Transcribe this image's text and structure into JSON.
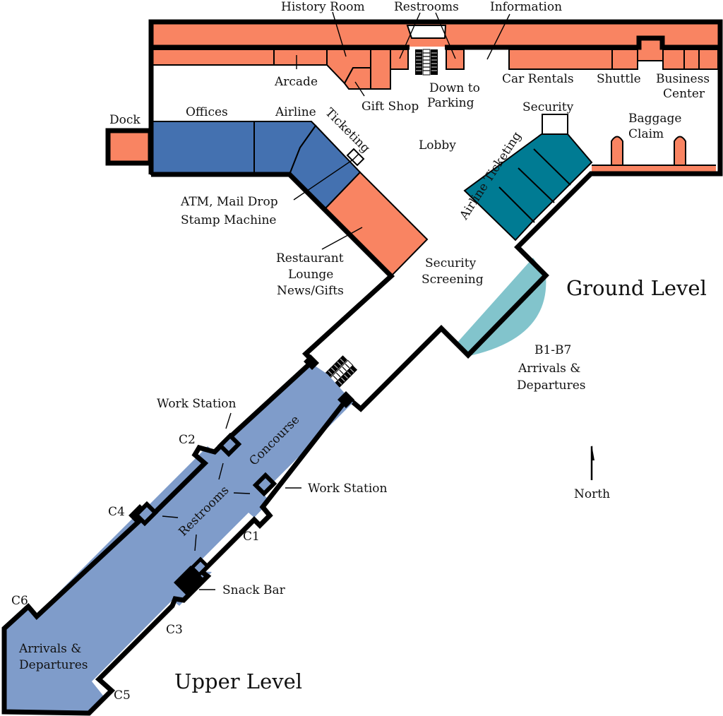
{
  "map": {
    "colors": {
      "shop": "#f98462",
      "airline_blue": "#4471b0",
      "concourse": "#7f9cca",
      "teal": "#007b93",
      "light_teal": "#82c4cc",
      "wall": "#000000"
    },
    "level_titles": {
      "ground": "Ground Level",
      "upper": "Upper Level"
    },
    "ground_labels": {
      "history_room": "History Room",
      "restrooms": "Restrooms",
      "information": "Information",
      "arcade": "Arcade",
      "gift_shop": "Gift Shop",
      "down_to_1": "Down to",
      "down_to_2": "Parking",
      "car_rentals": "Car Rentals",
      "shuttle": "Shuttle",
      "business_1": "Business",
      "business_2": "Center",
      "dock": "Dock",
      "offices": "Offices",
      "airline": "Airline",
      "ticketing": "Ticketing",
      "lobby": "Lobby",
      "security": "Security",
      "baggage_1": "Baggage",
      "baggage_2": "Claim",
      "atm_1": "ATM, Mail Drop",
      "atm_2": "Stamp Machine",
      "airline_ticketing": "Airline Ticketing",
      "restaurant_1": "Restaurant",
      "restaurant_2": "Lounge",
      "restaurant_3": "News/Gifts",
      "screening_1": "Security",
      "screening_2": "Screening",
      "b_gates_1": "B1-B7",
      "b_gates_2": "Arrivals &",
      "b_gates_3": "Departures"
    },
    "upper_labels": {
      "work_station_top": "Work Station",
      "work_station_right": "Work Station",
      "concourse": "Concourse",
      "restrooms": "Restrooms",
      "snack_bar": "Snack Bar",
      "arrivals_1": "Arrivals &",
      "arrivals_2": "Departures",
      "gates": [
        "C1",
        "C2",
        "C3",
        "C4",
        "C5",
        "C6"
      ]
    },
    "north": "North"
  }
}
